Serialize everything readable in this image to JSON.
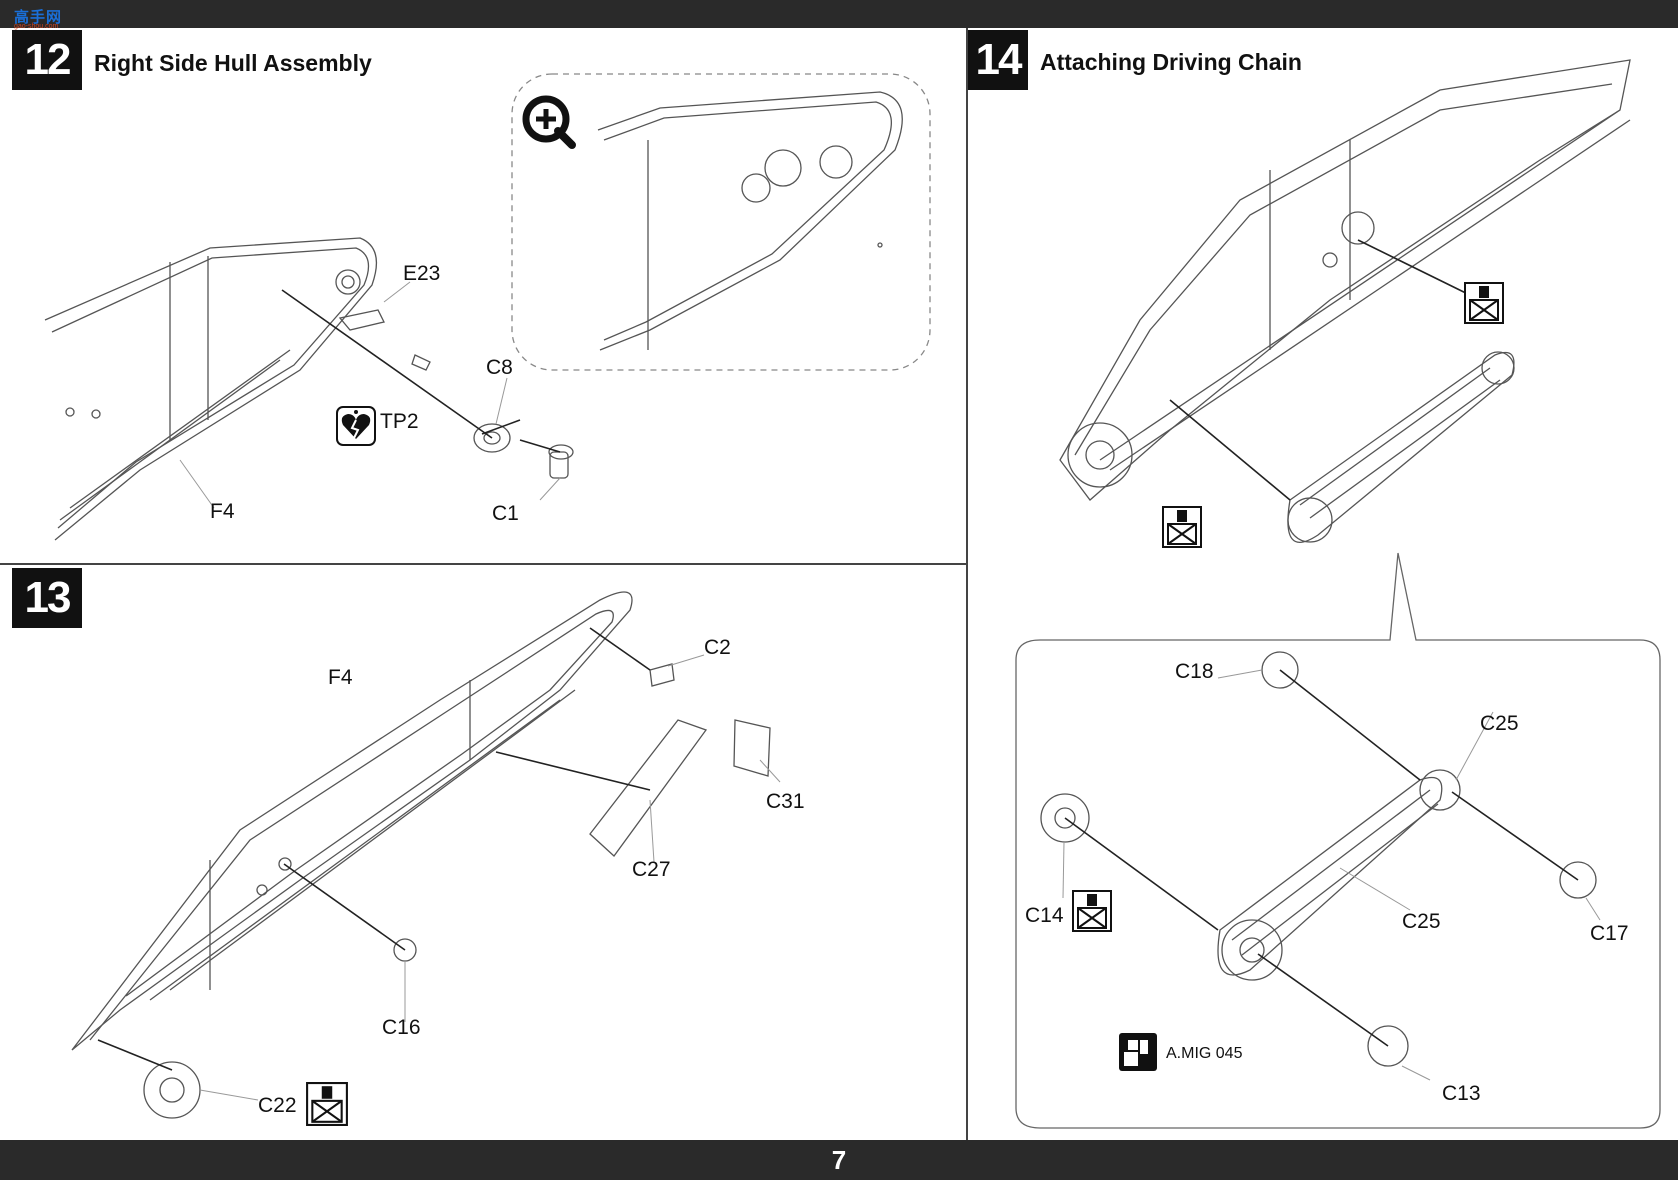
{
  "page": {
    "number": "7"
  },
  "logo": {
    "text": "高手网",
    "sub": "gao-shou.com"
  },
  "step12": {
    "number": "12",
    "title": "Right Side Hull Assembly",
    "labels": {
      "e23": "E23",
      "c8": "C8",
      "tp2": "TP2",
      "f4": "F4",
      "c1": "C1"
    }
  },
  "step13": {
    "number": "13",
    "labels": {
      "f4": "F4",
      "c2": "C2",
      "c31": "C31",
      "c27": "C27",
      "c16": "C16",
      "c22": "C22"
    }
  },
  "step14": {
    "number": "14",
    "title": "Attaching Driving Chain",
    "labels": {
      "c18": "C18",
      "c25_top": "C25",
      "c14": "C14",
      "c25_mid": "C25",
      "c17": "C17",
      "c13": "C13",
      "paint": "A.MIG 045"
    }
  },
  "icons": [
    "zoom-in-icon",
    "no-glue-icon",
    "broken-heart-icon",
    "paint-icon"
  ]
}
